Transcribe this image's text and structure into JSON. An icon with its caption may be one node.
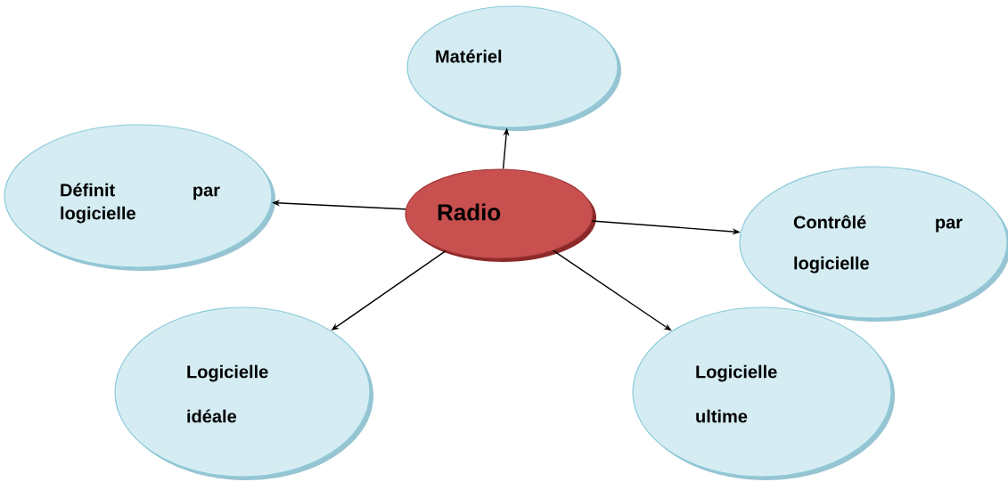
{
  "diagram": {
    "nodes": [
      {
        "text": [
          "Radio"
        ]
      },
      {
        "text": [
          "Matériel"
        ]
      },
      {
        "text": [
          "Définit par logicielle"
        ]
      },
      {
        "text": [
          "Contrôlé par logicielle"
        ]
      },
      {
        "text": [
          "Logicielle idéale"
        ]
      },
      {
        "text": [
          "Logicielle ultime"
        ]
      }
    ],
    "edges": [
      {
        "from": 0,
        "to": 1,
        "arrow": "to"
      },
      {
        "from": 0,
        "to": 2,
        "arrow": "to"
      },
      {
        "from": 0,
        "to": 3,
        "arrow": "to"
      },
      {
        "from": 0,
        "to": 4,
        "arrow": "to"
      },
      {
        "from": 0,
        "to": 5,
        "arrow": "to"
      }
    ]
  }
}
